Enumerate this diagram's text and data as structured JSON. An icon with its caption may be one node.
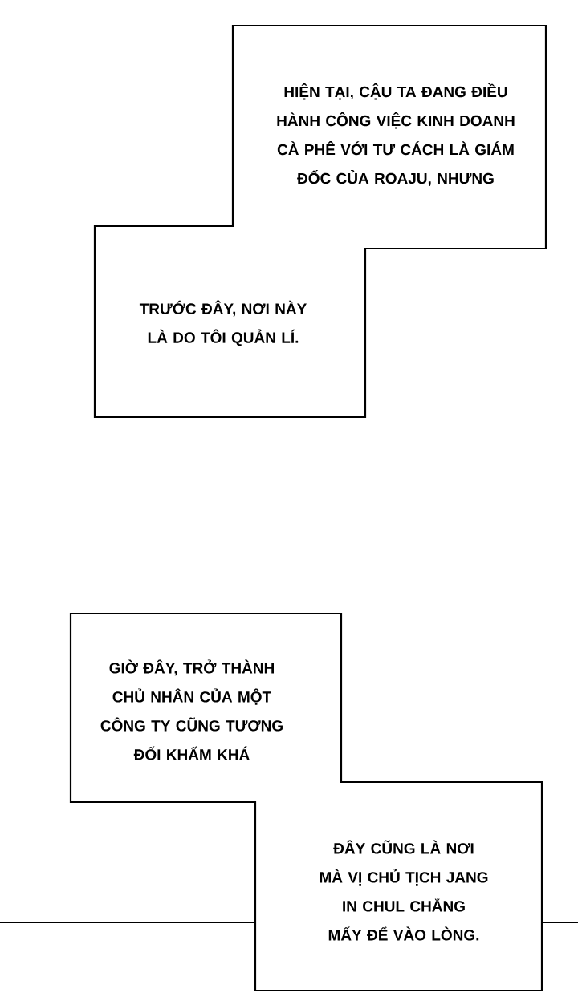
{
  "diagram": {
    "nodes": [
      {
        "text": [
          "HIỆN TẠI, CẬU TA ĐANG ĐIỀU HÀNH CÔNG VIỆC KINH DOANH CÀ PHÊ VỚI TƯ CÁCH LÀ GIÁM ĐỐC CỦA ROAJU, NHƯNG",
          "TRƯỚC ĐÂY, NƠI NÀY LÀ DO TÔI QUẢN LÍ."
        ]
      },
      {
        "text": [
          "GIỜ ĐÂY, TRỞ THÀNH CHỦ NHÂN CỦA MỘT CÔNG TY CŨNG TƯƠNG ĐỐI KHẤM KHÁ",
          "ĐÂY CŨNG LÀ NƠI MÀ VỊ CHỦ TỊCH JANG IN CHUL CHẲNG MẤY ĐỂ VÀO LÒNG."
        ]
      }
    ]
  }
}
